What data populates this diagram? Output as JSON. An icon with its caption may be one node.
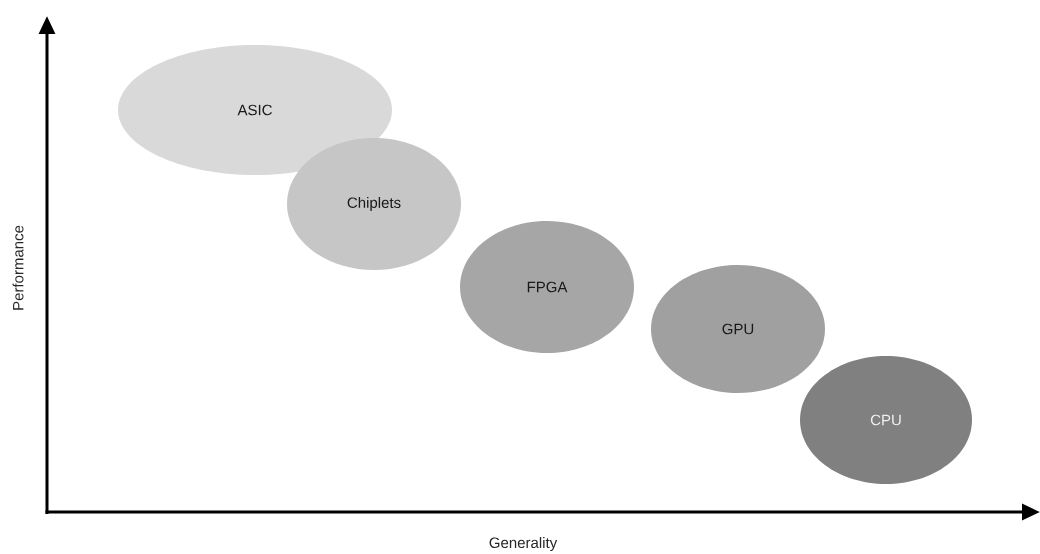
{
  "diagram": {
    "nodes": [
      {
        "text": [
          "ASIC"
        ]
      },
      {
        "text": [
          "Chiplets"
        ]
      },
      {
        "text": [
          "FPGA"
        ]
      },
      {
        "text": [
          "GPU"
        ]
      },
      {
        "text": [
          "CPU"
        ]
      }
    ],
    "labels": [
      "Performance",
      "Generality"
    ]
  }
}
